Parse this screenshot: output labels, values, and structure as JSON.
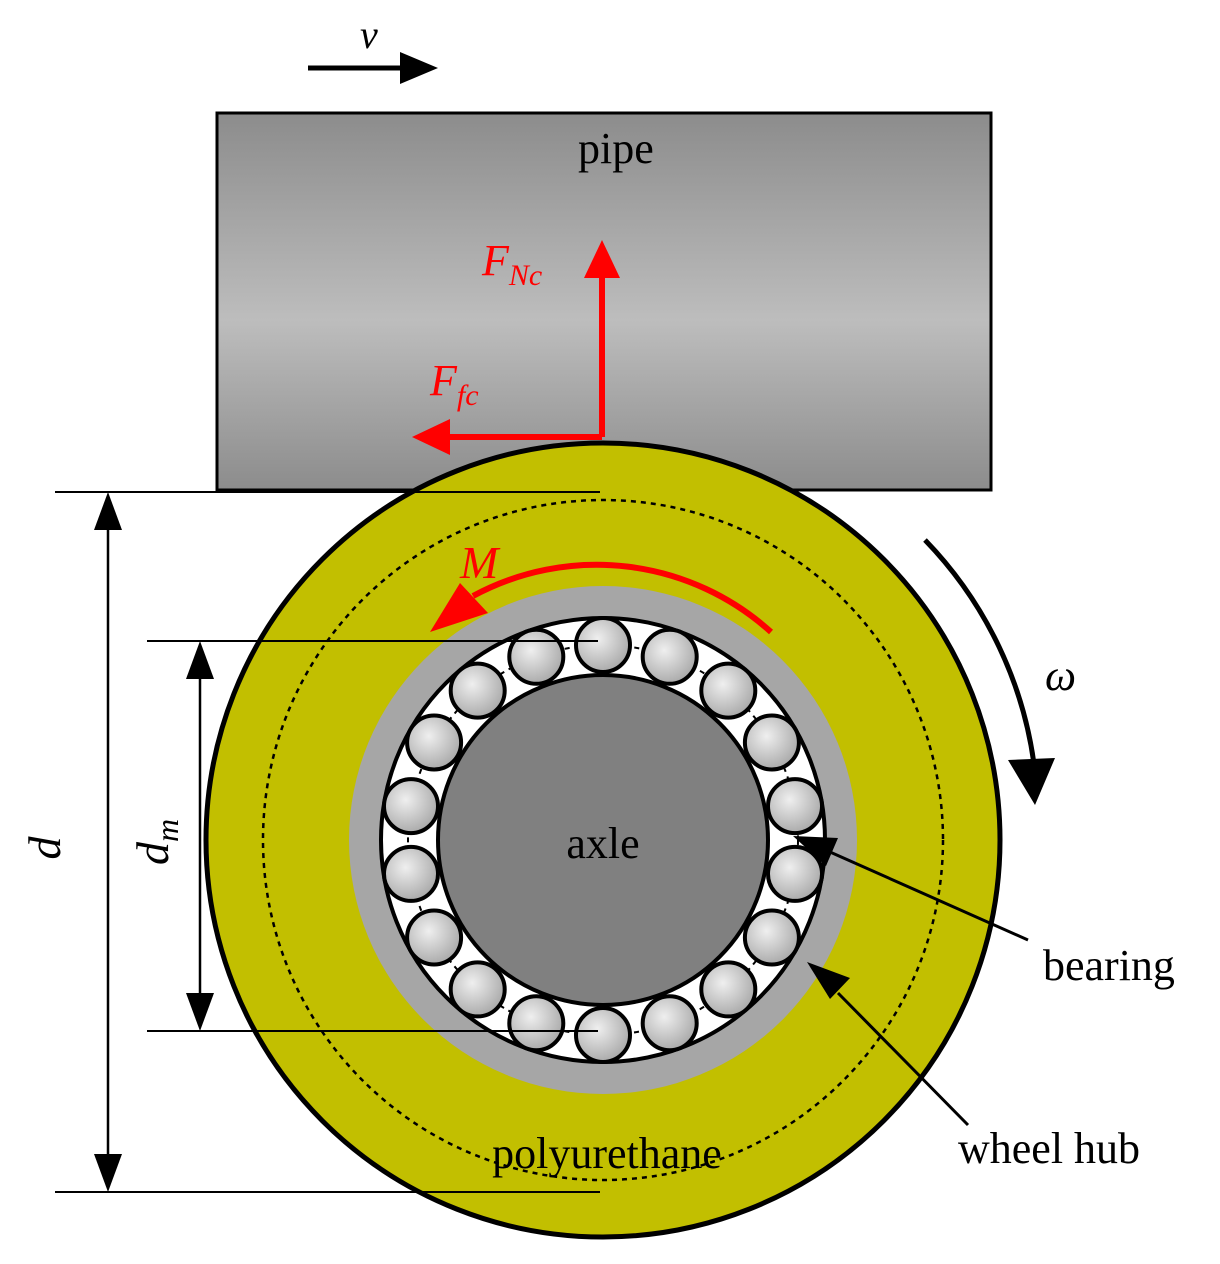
{
  "labels": {
    "velocity": "v",
    "pipe": "pipe",
    "normal_force": "F",
    "normal_force_sub": "Nc",
    "friction_force": "F",
    "friction_force_sub": "fc",
    "moment": "M",
    "angular_velocity": "ω",
    "outer_diameter": "d",
    "pitch_diameter": "d",
    "pitch_diameter_sub": "m",
    "axle": "axle",
    "bearing": "bearing",
    "wheel_hub": "wheel hub",
    "polyurethane": "polyurethane"
  },
  "colors": {
    "polyurethane": "#c2bf00",
    "wheel_hub": "#a6a6a6",
    "axle": "#808080",
    "force": "#ff0000",
    "outline": "#000000"
  },
  "bearing_ball_count": 18
}
